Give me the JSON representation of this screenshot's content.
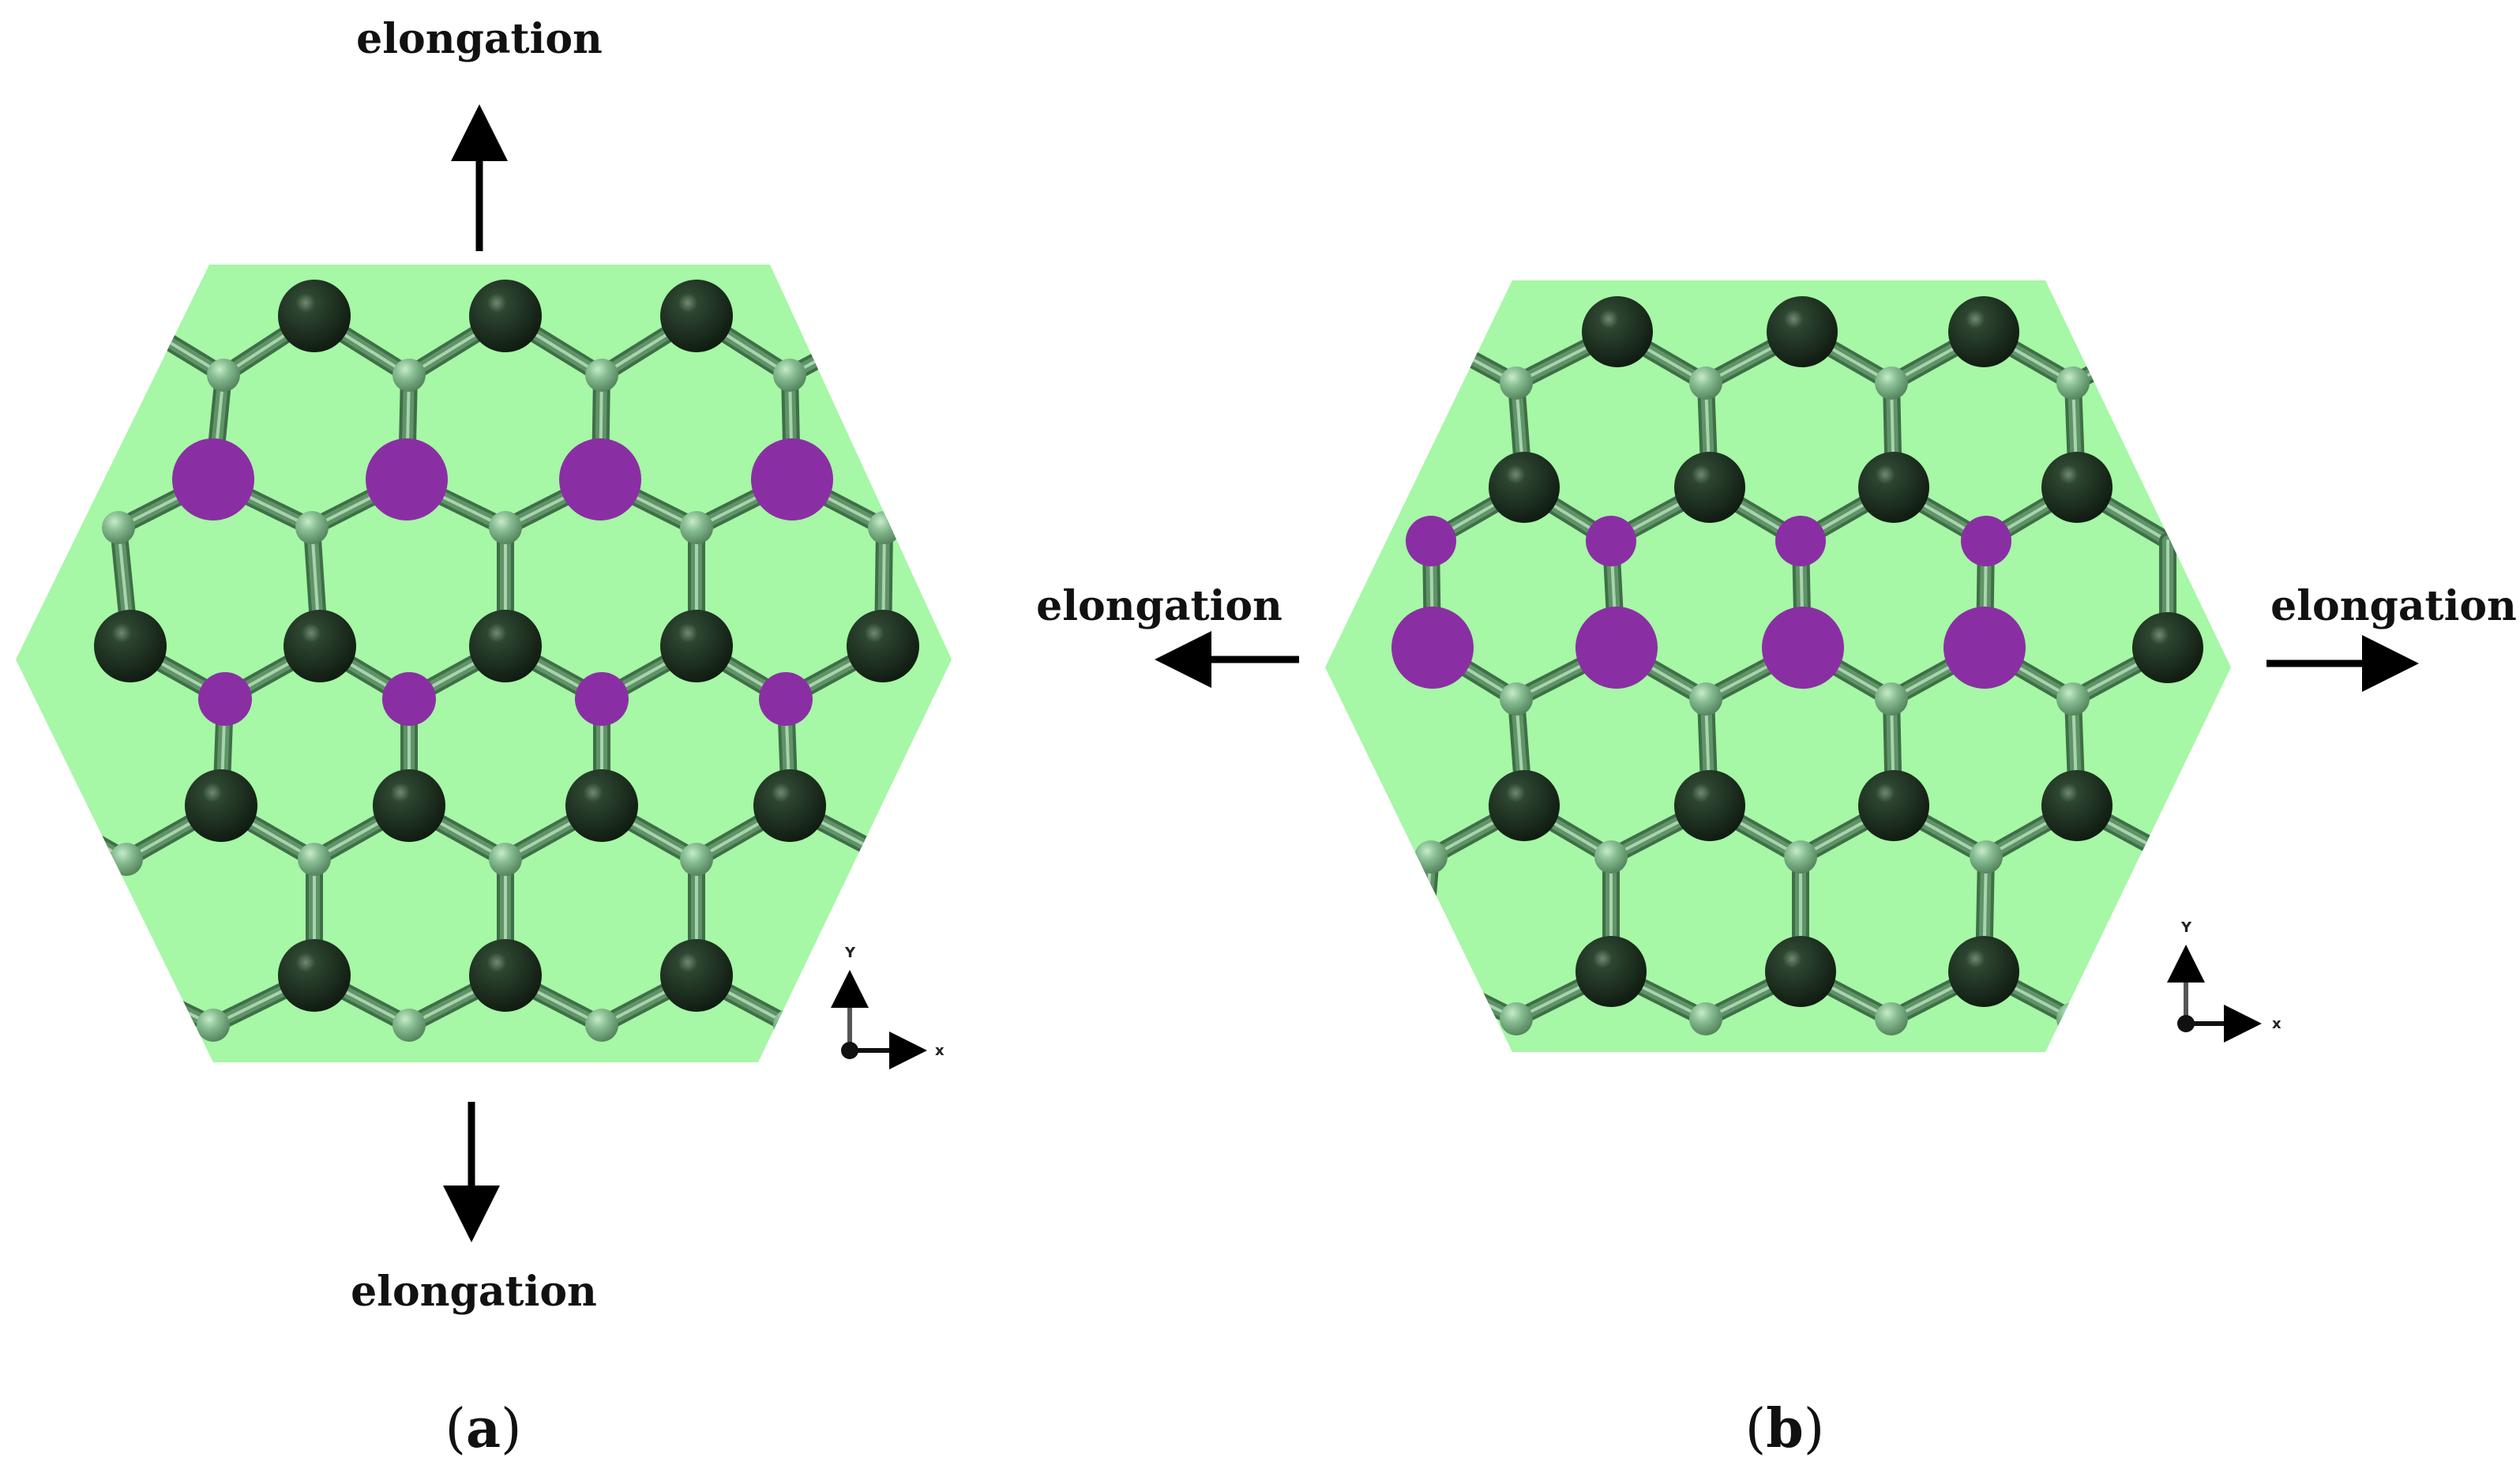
{
  "labels": {
    "elongation": "elongation",
    "axis_x": "x",
    "axis_y": "Y"
  },
  "panels": [
    {
      "id": "a",
      "caption_letter": "a",
      "elongation_direction": "vertical"
    },
    {
      "id": "b",
      "caption_letter": "b",
      "elongation_direction": "horizontal"
    }
  ],
  "colors": {
    "background_hex": "#a6f7a6",
    "dark_atom": "#1b2e1d",
    "small_atom": "#7fb88a",
    "purple_atom": "#8a2fa3",
    "bond": "#5e9466",
    "arrow": "#000000"
  }
}
